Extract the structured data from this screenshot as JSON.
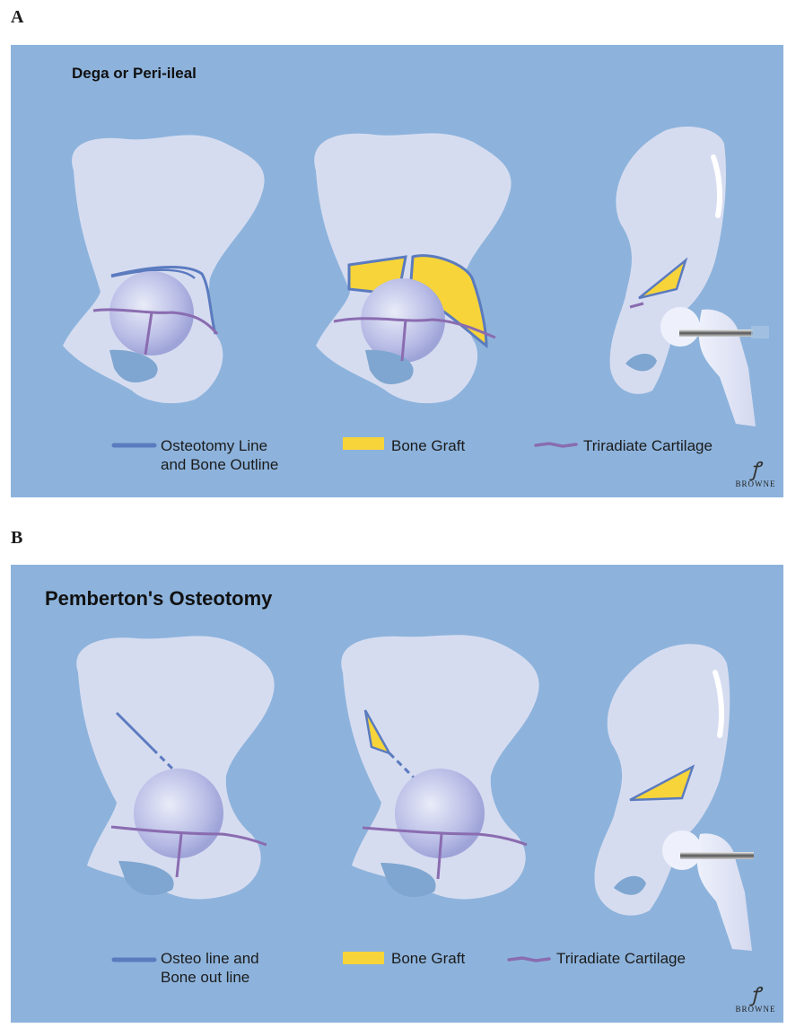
{
  "panel_a": {
    "letter": "A",
    "title": "Dega or Peri-ileal",
    "legend": {
      "osteotomy": "Osteotomy Line\nand Bone Outline",
      "graft": "Bone Graft",
      "cartilage": "Triradiate Cartilage"
    },
    "signature": "BROWNE"
  },
  "panel_b": {
    "letter": "B",
    "title": "Pemberton's Osteotomy",
    "legend": {
      "osteotomy": "Osteo line and\nBone out line",
      "graft": "Bone Graft",
      "cartilage": "Triradiate Cartilage"
    },
    "signature": "BROWNE"
  },
  "colors": {
    "background": "#8db3dc",
    "bone": "#d6dcf0",
    "osteotomy_line": "#5b7bbf",
    "bone_graft": "#f6d43a",
    "triradiate_cartilage": "#8a6cb0",
    "obturator": "#7ea6d0"
  }
}
